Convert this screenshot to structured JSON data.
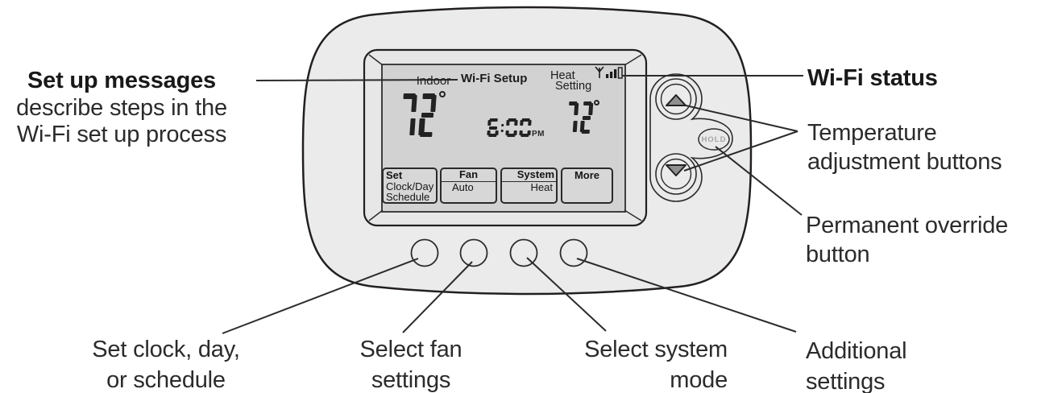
{
  "device": {
    "screen": {
      "indoor_label": "Indoor",
      "indoor_temp": "72",
      "setup_title": "Wi-Fi Setup",
      "heat_label_line1": "Heat",
      "heat_label_line2": "Setting",
      "heat_setting_temp": "72",
      "time": "6:00",
      "time_period": "PM",
      "softkeys": {
        "set": {
          "header": "Set",
          "line1": "Clock/Day",
          "line2": "Schedule"
        },
        "fan": {
          "header": "Fan",
          "value": "Auto"
        },
        "system": {
          "header": "System",
          "value": "Heat"
        },
        "more": {
          "header": "More"
        }
      }
    },
    "side_buttons": {
      "hold_label": "HOLD",
      "up_icon": "triangle-up",
      "down_icon": "triangle-down"
    },
    "wifi_icon": "wifi-signal-icon"
  },
  "callouts": {
    "setup_messages": {
      "title": "Set up messages",
      "line2": "describe steps in the",
      "line3": "Wi-Fi set up process"
    },
    "wifi_status": "Wi-Fi status",
    "temperature": {
      "line1": "Temperature",
      "line2": "adjustment buttons"
    },
    "override": {
      "line1": "Permanent override",
      "line2": "button"
    },
    "set_clock": {
      "line1": "Set clock, day,",
      "line2": "or schedule"
    },
    "fan": {
      "line1": "Select fan",
      "line2": "settings"
    },
    "system": {
      "line1": "Select system",
      "line2": "mode"
    },
    "additional": {
      "line1": "Additional",
      "line2": "settings"
    }
  },
  "colors": {
    "body_gray": "#ebebeb",
    "bezel_gray": "#e7e7e7",
    "screen_gray": "#d2d2d2",
    "softkey_gray": "#d7d7d7",
    "outline": "#2b2b2b",
    "segment_dark": "#222222",
    "hold_text_gray": "#a5a5a5",
    "triangle_gray": "#8f8f8f"
  }
}
